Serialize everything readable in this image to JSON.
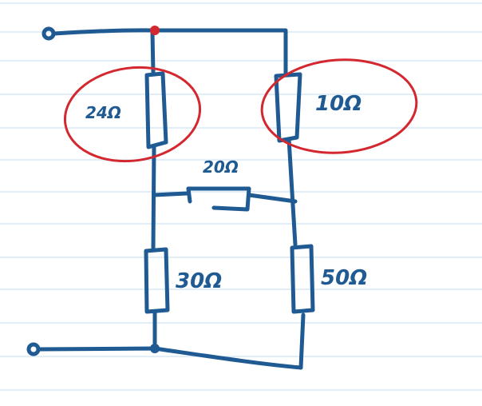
{
  "resistors": {
    "r_top_left": "24Ω",
    "r_top_right": "10Ω",
    "r_bridge": "20Ω",
    "r_bottom_left": "30Ω",
    "r_bottom_right": "50Ω"
  },
  "colors": {
    "paper": "#ffffff",
    "ruled_lines": "#cfe3f4",
    "ink": "#1f5a92",
    "highlight": "#d3282f"
  },
  "highlighted": [
    "r_top_left",
    "r_top_right"
  ]
}
